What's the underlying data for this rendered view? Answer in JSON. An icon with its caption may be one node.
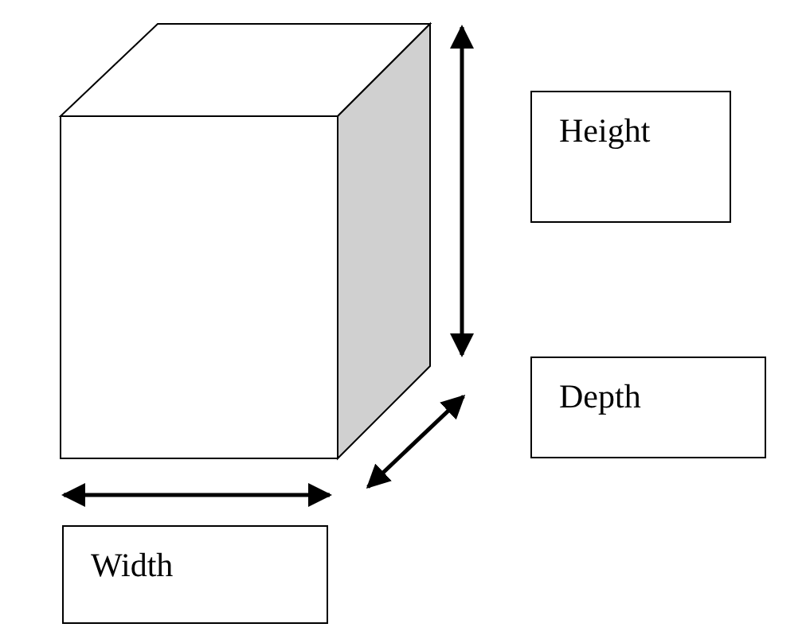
{
  "diagram": {
    "nodes": [
      {
        "text": [
          "Height"
        ]
      },
      {
        "text": [
          "Depth"
        ]
      },
      {
        "text": [
          "Width"
        ]
      }
    ]
  }
}
